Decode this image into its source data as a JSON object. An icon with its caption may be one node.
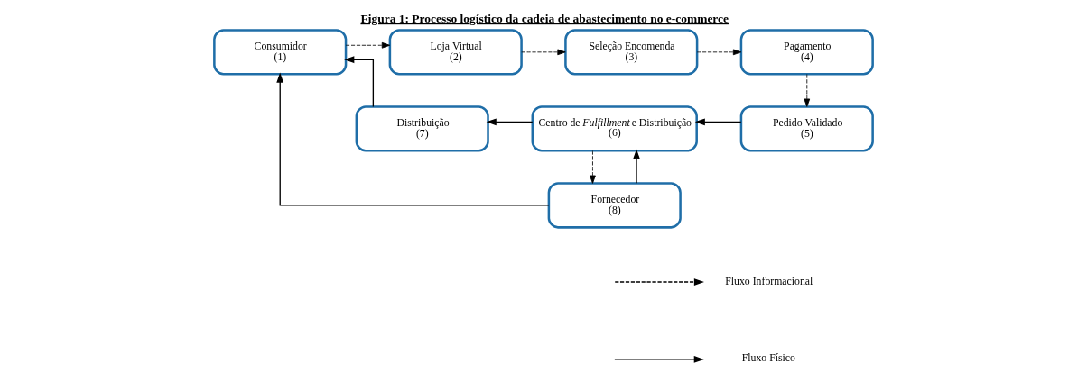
{
  "diagram": {
    "title": "Figura 1: Processo logístico da cadeia de abastecimento no e-commerce",
    "nodes": [
      {
        "text": [
          "Consumidor",
          "(1)"
        ]
      },
      {
        "text": [
          "Loja Virtual",
          "(2)"
        ]
      },
      {
        "text": [
          "Seleção Encomenda",
          "(3)"
        ]
      },
      {
        "text": [
          "Pagamento",
          "(4)"
        ]
      },
      {
        "text": [
          "Pedido Validado",
          "(5)"
        ]
      },
      {
        "text": [
          "Centro de *Fulfillment* e Distribuição",
          "(6)"
        ]
      },
      {
        "text": [
          "Distribuição",
          "(7)"
        ]
      },
      {
        "text": [
          "Fornecedor",
          "(8)"
        ]
      }
    ],
    "edges": [
      {
        "from": 0,
        "to": 1,
        "arrow": "to",
        "style": "dashed"
      },
      {
        "from": 1,
        "to": 2,
        "arrow": "to",
        "style": "dashed"
      },
      {
        "from": 2,
        "to": 3,
        "arrow": "to",
        "style": "dashed"
      },
      {
        "from": 3,
        "to": 4,
        "arrow": "to",
        "style": "dashed"
      },
      {
        "from": 4,
        "to": 5,
        "arrow": "to"
      },
      {
        "from": 5,
        "to": 6,
        "arrow": "to"
      },
      {
        "from": 6,
        "to": 0,
        "arrow": "to"
      },
      {
        "from": 7,
        "to": 5,
        "arrow": "to"
      },
      {
        "from": 5,
        "to": 7,
        "arrow": "to",
        "style": "dashed"
      },
      {
        "from": 7,
        "to": 0,
        "arrow": "to"
      }
    ],
    "legend": [
      {
        "text": "Fluxo Informacional"
      },
      {
        "text": "Fluxo Físico"
      }
    ]
  }
}
